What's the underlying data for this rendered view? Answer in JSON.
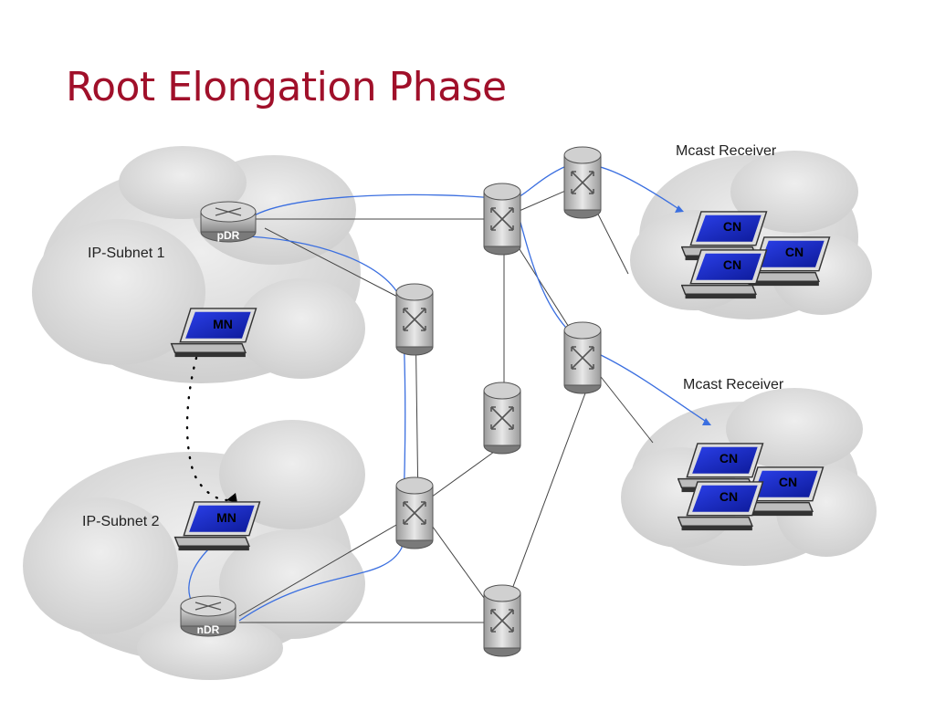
{
  "slide": {
    "title": "Root Elongation Phase"
  },
  "labels": {
    "subnet1": "IP-Subnet 1",
    "subnet2": "IP-Subnet 2",
    "receiver1": "Mcast Receiver",
    "receiver2": "Mcast Receiver"
  },
  "routers": {
    "pdr": "pDR",
    "ndr": "nDR"
  },
  "devices": {
    "mobile_node": "MN",
    "correspondent_node": "CN"
  },
  "colors": {
    "title": "#a0102a",
    "tree_path": "#3b6fe0",
    "link": "#444444",
    "screen": "#1a2ecc",
    "cloud": "#d9d9d9"
  },
  "icons": [
    "cloud-icon",
    "router-icon",
    "laptop-icon",
    "arrow-icon"
  ]
}
